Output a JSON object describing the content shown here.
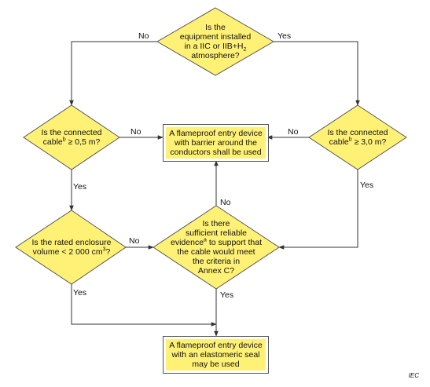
{
  "diagram": {
    "decisions": {
      "d1": {
        "lines": [
          [
            {
              "t": "Is the"
            }
          ],
          [
            {
              "t": "equipment installed"
            }
          ],
          [
            {
              "t": "in a IIC or IIB+H"
            },
            {
              "t": "2",
              "sub": true
            }
          ],
          [
            {
              "t": "atmosphere?"
            }
          ]
        ]
      },
      "d2": {
        "lines": [
          [
            {
              "t": "Is the connected"
            }
          ],
          [
            {
              "t": "cable"
            },
            {
              "t": "b",
              "sup": true
            },
            {
              "t": " ≥ 0,5 m?"
            }
          ]
        ]
      },
      "d3": {
        "lines": [
          [
            {
              "t": "Is the connected"
            }
          ],
          [
            {
              "t": "cable"
            },
            {
              "t": "b",
              "sup": true
            },
            {
              "t": " ≥ 3,0 m?"
            }
          ]
        ]
      },
      "d4": {
        "lines": [
          [
            {
              "t": "Is the rated enclosure"
            }
          ],
          [
            {
              "t": "volume < 2 000 cm"
            },
            {
              "t": "3",
              "sup": true
            },
            {
              "t": "?"
            }
          ]
        ]
      },
      "d5": {
        "lines": [
          [
            {
              "t": "Is there"
            }
          ],
          [
            {
              "t": "sufficient reliable"
            }
          ],
          [
            {
              "t": "evidence"
            },
            {
              "t": "a",
              "sup": true
            },
            {
              "t": " to support that"
            }
          ],
          [
            {
              "t": "the cable would meet"
            }
          ],
          [
            {
              "t": "the criteria in"
            }
          ],
          [
            {
              "t": "Annex C?"
            }
          ]
        ]
      }
    },
    "outcomes": {
      "barrier": {
        "lines": [
          "A flameproof entry device",
          "with barrier around the",
          "conductors shall be used"
        ]
      },
      "seal": {
        "lines": [
          "A flameproof entry device",
          "with an elastomeric seal",
          "may be used"
        ]
      }
    },
    "edge_labels": {
      "d1_no": "No",
      "d1_yes": "Yes",
      "d2_no": "No",
      "d2_yes": "Yes",
      "d3_no": "No",
      "d3_yes": "Yes",
      "d4_no": "No",
      "d4_yes": "Yes",
      "d5_no": "No",
      "d5_yes": "Yes"
    },
    "footer": "IEC",
    "colors": {
      "decision_fill": "#fff176",
      "decision_stroke": "#555555",
      "line": "#333333"
    }
  }
}
